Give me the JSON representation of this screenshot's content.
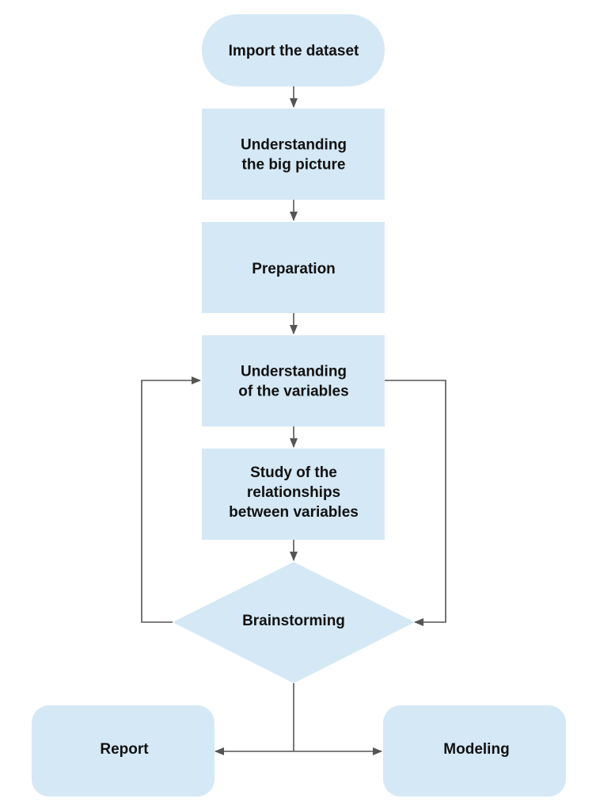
{
  "nodes": {
    "import": {
      "lines": [
        "Import the dataset"
      ]
    },
    "big_picture": {
      "lines": [
        "Understanding",
        "the big picture"
      ]
    },
    "preparation": {
      "lines": [
        "Preparation"
      ]
    },
    "variables": {
      "lines": [
        "Understanding",
        "of the variables"
      ]
    },
    "relationships": {
      "lines": [
        "Study of the",
        "relationships",
        "between variables"
      ]
    },
    "brainstorming": {
      "lines": [
        "Brainstorming"
      ]
    },
    "report": {
      "lines": [
        "Report"
      ]
    },
    "modeling": {
      "lines": [
        "Modeling"
      ]
    }
  },
  "colors": {
    "node_fill": "#d5e8f5",
    "edge": "#555555",
    "text": "#111111"
  }
}
